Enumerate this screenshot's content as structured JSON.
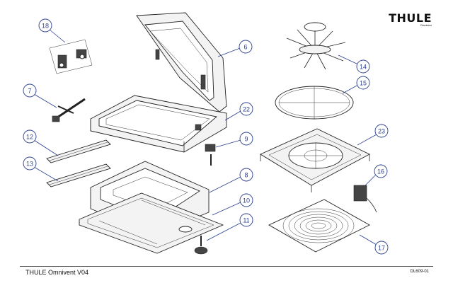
{
  "brand": {
    "logo_text": "THULE",
    "logo_subtext": "Omnistor"
  },
  "footer": {
    "title": "THULE Omnivent V04",
    "code": "DL609-01"
  },
  "colors": {
    "callout": "#2a3f8f",
    "linework": "#222222"
  },
  "callouts": [
    "18",
    "7",
    "12",
    "13",
    "6",
    "22",
    "9",
    "8",
    "10",
    "11",
    "14",
    "15",
    "23",
    "16",
    "17"
  ]
}
